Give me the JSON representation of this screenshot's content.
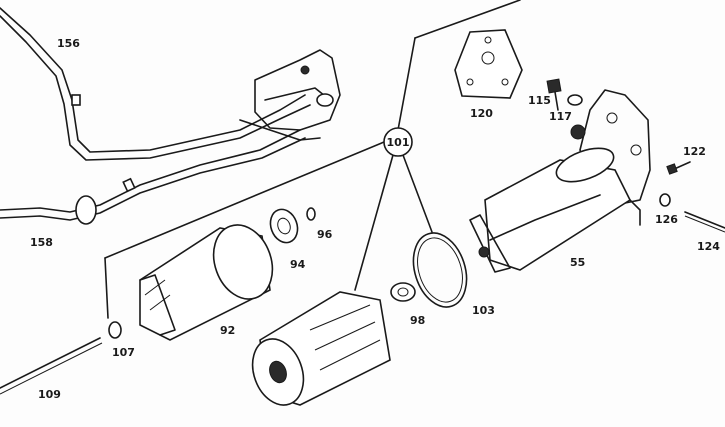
{
  "callouts": {
    "hub": "101",
    "p156": "156",
    "p158": "158",
    "p120": "120",
    "p115": "115",
    "p117": "117",
    "p122": "122",
    "p126": "126",
    "p124": "124",
    "p55": "55",
    "p103": "103",
    "p98": "98",
    "p94": "94",
    "p96": "96",
    "p92": "92",
    "p107": "107",
    "p109": "109"
  },
  "colors": {
    "ink": "#1a1a1a",
    "paper": "#fdfdfd"
  }
}
